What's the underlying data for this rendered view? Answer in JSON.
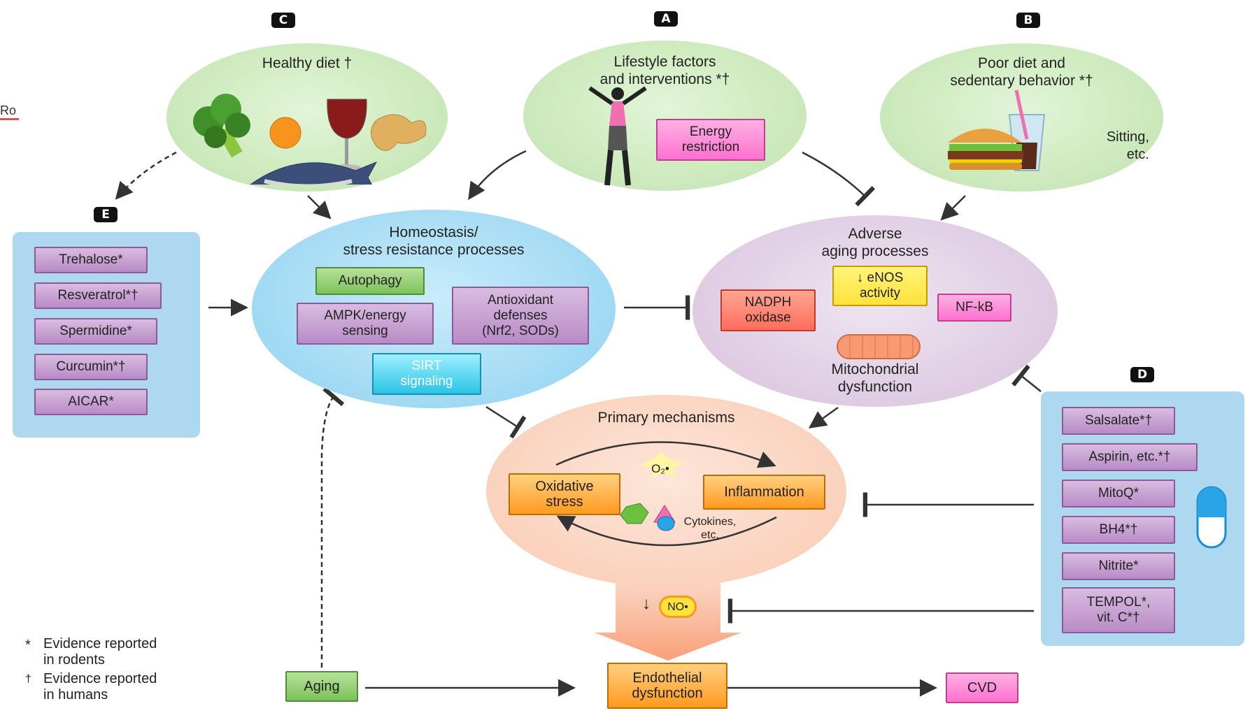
{
  "panels": {
    "a": "A",
    "b": "B",
    "c": "C",
    "d": "D",
    "e": "E"
  },
  "lifestyle": {
    "title": "Lifestyle factors\nand interventions *†",
    "energy": "Energy\nrestriction"
  },
  "poor_diet": {
    "title": "Poor diet and\nsedentary behavior *†",
    "sitting": "Sitting,\netc."
  },
  "healthy_diet": {
    "title": "Healthy diet †"
  },
  "homeostasis": {
    "title": "Homeostasis/\nstress resistance processes",
    "autophagy": "Autophagy",
    "ampk": "AMPK/energy\nsensing",
    "antioxidant": "Antioxidant\ndefenses\n(Nrf2, SODs)",
    "sirt": "SIRT\nsignaling"
  },
  "adverse": {
    "title": "Adverse\naging processes",
    "nadph": "NADPH\noxidase",
    "enos": "↓ eNOS\nactivity",
    "nfkb": "NF-kB",
    "mito": "Mitochondrial\ndysfunction"
  },
  "primary": {
    "title": "Primary mechanisms",
    "oxidative": "Oxidative\nstress",
    "inflammation": "Inflammation",
    "superoxide": "O₂•",
    "cytokines": "Cytokines,\netc."
  },
  "panel_e": {
    "items": [
      "Trehalose*",
      "Resveratrol*†",
      "Spermidine*",
      "Curcumin*†",
      "AICAR*"
    ]
  },
  "panel_d": {
    "items": [
      "Salsalate*†",
      "Aspirin, etc.*†",
      "MitoQ*",
      "BH4*†",
      "Nitrite*",
      "TEMPOL*,\nvit. C*†"
    ]
  },
  "no_label": "NO•",
  "no_arrow": "↓",
  "bottom": {
    "aging": "Aging",
    "endothelial": "Endothelial\ndysfunction",
    "cvd": "CVD"
  },
  "legend": {
    "star_symbol": "*",
    "star_text": "Evidence reported\nin rodents",
    "dagger_symbol": "†",
    "dagger_text": "Evidence reported\nin humans"
  },
  "edge_fragment": "Ro",
  "colors": {
    "green_ellipse": "#cdecc0",
    "blue_ellipse": "#a9dcf3",
    "lilac_ellipse": "#e3d2e6",
    "peach_ellipse": "#fbd7c5",
    "blue_panel": "#aed8f0"
  }
}
